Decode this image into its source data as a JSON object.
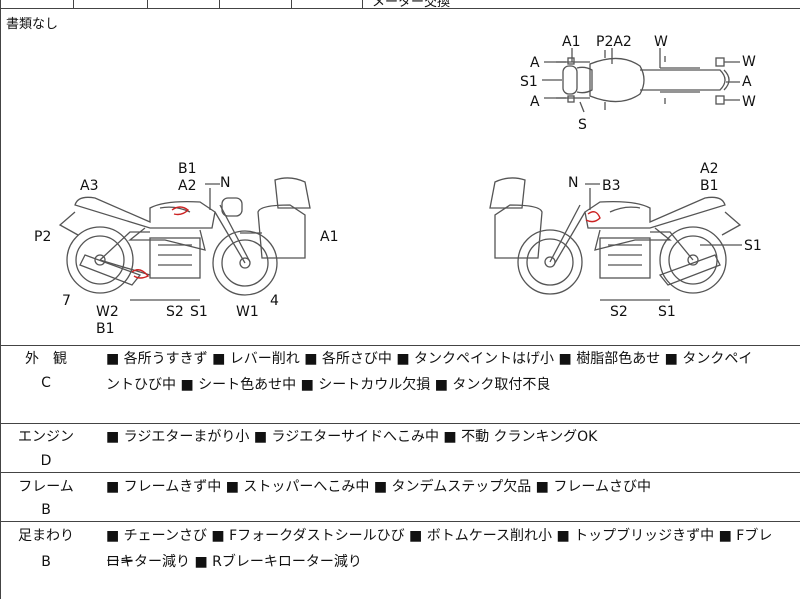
{
  "header": {
    "docs_status": "書類なし",
    "top_clipped_text": "メーター交換"
  },
  "diagram": {
    "top_view_labels": {
      "a1": "A1",
      "p2a2": "P2A2",
      "w_top": "W",
      "a_left1": "A",
      "s1_left": "S1",
      "a_left2": "A",
      "s_bottom": "S",
      "w_right1": "W",
      "a_right": "A",
      "w_right2": "W"
    },
    "left_view_labels": {
      "a3": "A3",
      "b1": "B1",
      "a2": "A2",
      "n": "N",
      "p2": "P2",
      "a1": "A1",
      "seven": "7",
      "w2": "W2",
      "b1_bottom": "B1",
      "s2": "S2",
      "s1": "S1",
      "w1": "W1",
      "four": "4"
    },
    "right_view_labels": {
      "n": "N",
      "b3": "B3",
      "a2": "A2",
      "b1": "B1",
      "s1_right": "S1",
      "s2": "S2",
      "s1_bottom": "S1"
    }
  },
  "sections": [
    {
      "label": "外　観",
      "grade": "C",
      "line1": "■ 各所うすきず ■ レバー削れ ■ 各所さび中 ■ タンクペイントはげ小 ■ 樹脂部色あせ ■ タンクペイ",
      "line2": "ントひび中 ■ シート色あせ中 ■ シートカウル欠損 ■ タンク取付不良"
    },
    {
      "label": "エンジン",
      "grade": "D",
      "line1": "■ ラジエターまがり小 ■ ラジエターサイドへこみ中 ■ 不動 クランキングOK",
      "line2": ""
    },
    {
      "label": "フレーム",
      "grade": "B",
      "line1": "■ フレームきず中 ■ ストッパーへこみ中 ■ タンデムステップ欠品 ■ フレームさび中",
      "line2": ""
    },
    {
      "label": "足まわり",
      "grade": "B",
      "line1": "■ チェーンさび ■ Fフォークダストシールひび ■ ボトムケース削れ小 ■ トップブリッジきず中 ■ Fブレーキ",
      "line2": "ローター減り ■ Rブレーキローター減り"
    }
  ],
  "colors": {
    "line": "#444444",
    "sketch": "#555555",
    "mark": "#cc2222"
  }
}
